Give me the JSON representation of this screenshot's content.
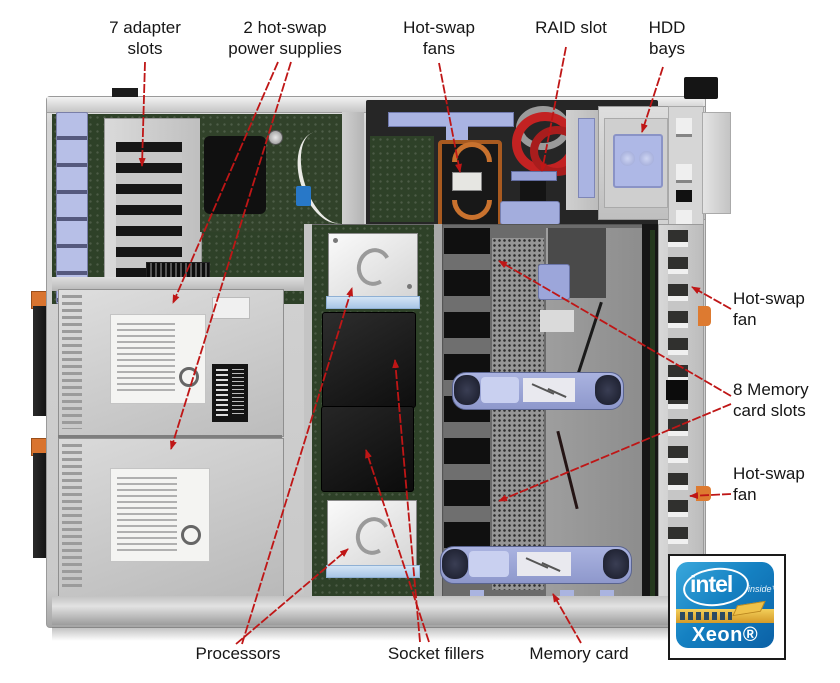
{
  "figure": {
    "type": "annotated hardware photo",
    "subject": "Server internal top view with component callouts"
  },
  "callouts": {
    "adapter_slots": "7 adapter\nslots",
    "power_supplies": "2 hot-swap\npower supplies",
    "hot_swap_fans_top": "Hot-swap\nfans",
    "raid_slot": "RAID slot",
    "hdd_bays": "HDD\nbays",
    "hot_swap_fan_right_top": "Hot-swap\nfan",
    "memory_card_slots": "8 Memory\ncard slots",
    "hot_swap_fan_right_bottom": "Hot-swap\nfan",
    "processors": "Processors",
    "socket_fillers": "Socket fillers",
    "memory_card": "Memory card"
  },
  "badge": {
    "brand": "intel",
    "inside": "inside™",
    "product": "Xeon®"
  },
  "colors": {
    "arrow_red": "#bf1616",
    "badge_blue": "#0e6cb0",
    "badge_gold": "#e8bc45",
    "latch_lavender": "#aab4e2",
    "handle_orange": "#dd7a30",
    "pcb_green": "#2e4128"
  }
}
